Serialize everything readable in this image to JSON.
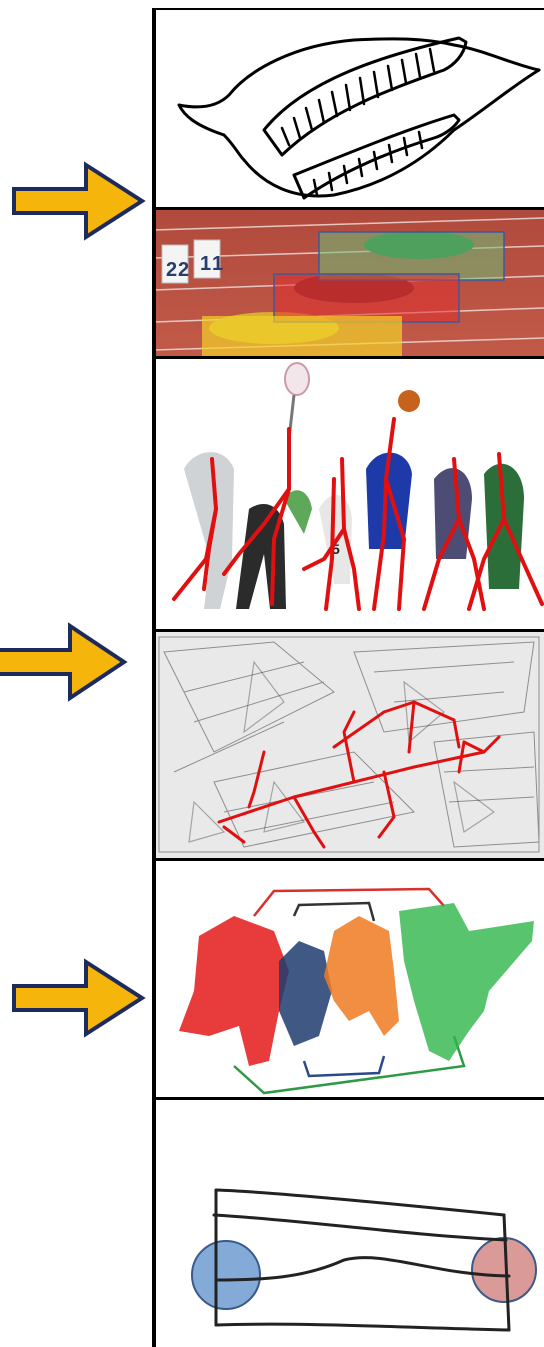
{
  "figure": {
    "panels": [
      {
        "key": "slug-sketch",
        "icon": "sketch-icon"
      },
      {
        "key": "sprint-photo",
        "icon": "photo-icon"
      },
      {
        "key": "athletes-skeleton",
        "icon": "photo-icon"
      },
      {
        "key": "map-sketch",
        "icon": "sketch-icon"
      },
      {
        "key": "group-segmentation",
        "icon": "photo-icon"
      },
      {
        "key": "dumbbell-sketch",
        "icon": "sketch-icon"
      }
    ],
    "arrow_color": "#f5b50b",
    "arrow_outline": "#1d2a5c",
    "sprint_lane_numbers": [
      "2",
      "2",
      "1",
      "1"
    ],
    "athlete_number": "5"
  }
}
